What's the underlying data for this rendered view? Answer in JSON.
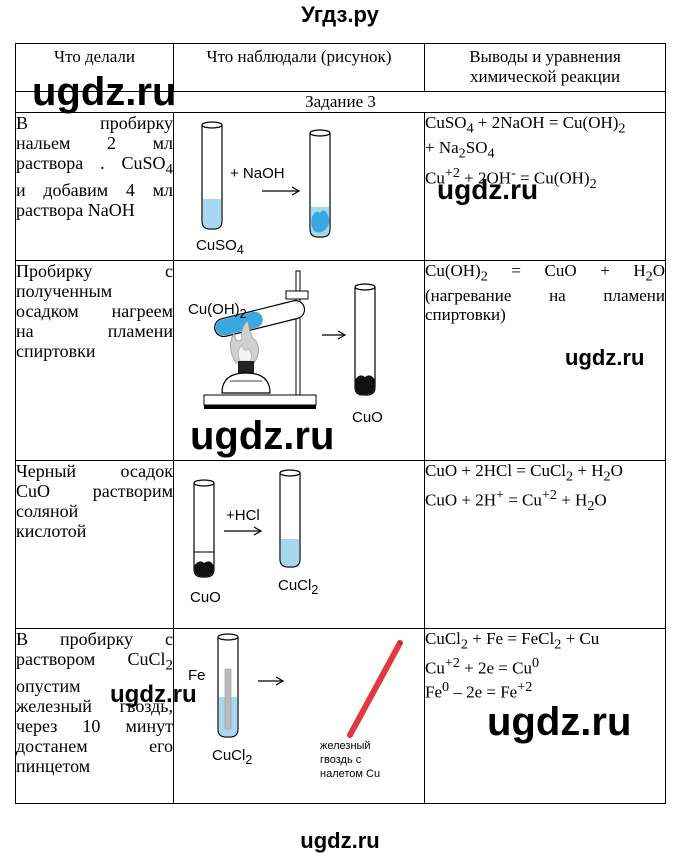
{
  "site": {
    "title": "Угдз.ру",
    "footer": "ugdz.ru",
    "watermark": "ugdz.ru"
  },
  "table": {
    "headers": [
      "Что делали",
      "Что наблюдали (рисунок)",
      "Выводы и уравнения химической реакции"
    ],
    "task_label": "Задание 3",
    "rows": [
      {
        "action": [
          "В пробирку",
          "нальем 2 мл",
          "раствора . CuSO4",
          "и добавим 4 мл",
          "раствора NaOH"
        ],
        "figure_labels": [
          "CuSO4",
          "+ NaOH"
        ],
        "equations": [
          "CuSO4 + 2NaOH = Cu(OH)2",
          "+ Na2SO4",
          "Cu+2 + 2OH- = Cu(OH)2"
        ]
      },
      {
        "action": [
          "Пробирку с",
          "полученным",
          "осадком нагреем",
          "на пламени",
          "спиртовки"
        ],
        "figure_labels": [
          "Cu(OH)2",
          "CuO"
        ],
        "equations": [
          "Cu(OH)2 = CuO + H2O",
          "(нагревание на пламени",
          "спиртовки)"
        ]
      },
      {
        "action": [
          "Черный осадок",
          "CuO растворим",
          "соляной",
          "кислотой"
        ],
        "figure_labels": [
          "+HCl",
          "CuO",
          "CuCl2"
        ],
        "equations": [
          "CuO + 2HCl = CuCl2 + H2O",
          "CuO + 2H+ = Cu+2 + H2O"
        ]
      },
      {
        "action": [
          "В пробирку с",
          "раствором CuCl2",
          "опустим",
          "железный гвоздь,",
          "через 10 минут",
          "достанем его",
          "пинцетом"
        ],
        "figure_labels": [
          "Fe",
          "CuCl2",
          "железный",
          "гвоздь с",
          "налетом Cu"
        ],
        "equations": [
          "CuCl2 + Fe = FeCl2 + Cu",
          "Cu+2 + 2e = Cu0",
          "Fe0 – 2e = Fe+2"
        ]
      }
    ]
  },
  "colors": {
    "solution": "#a8d8ef",
    "precipitate": "#3aa8e0",
    "black_precipitate": "#111111",
    "nail": "#e0393e",
    "flame": "#bbbbbb"
  }
}
